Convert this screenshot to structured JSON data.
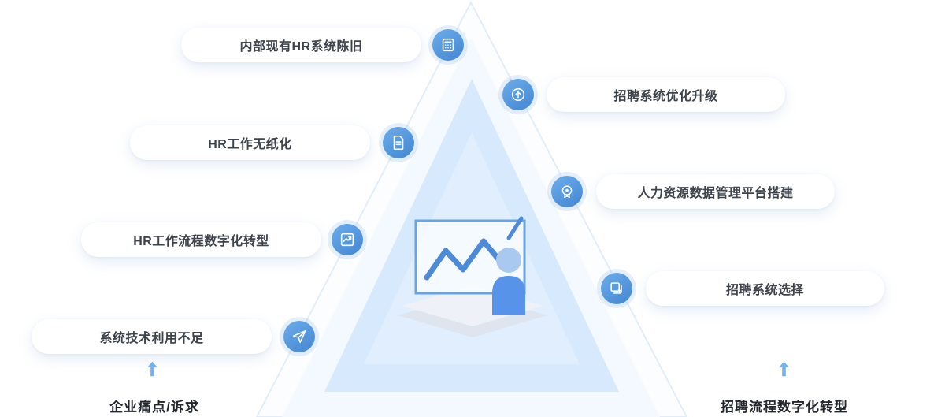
{
  "left_items": [
    {
      "label": "内部现有HR系统陈旧",
      "icon": "calculator-icon"
    },
    {
      "label": "HR工作无纸化",
      "icon": "document-icon"
    },
    {
      "label": "HR工作流程数字化转型",
      "icon": "chart-icon"
    },
    {
      "label": "系统技术利用不足",
      "icon": "paper-plane-icon"
    }
  ],
  "right_items": [
    {
      "label": "招聘系统优化升级",
      "icon": "upgrade-target-icon"
    },
    {
      "label": "人力资源数据管理平台搭建",
      "icon": "badge-icon"
    },
    {
      "label": "招聘系统选择",
      "icon": "copy-cursor-icon"
    }
  ],
  "footer": {
    "left_label": "企业痛点/诉求",
    "right_label": "招聘流程数字化转型"
  },
  "colors": {
    "accent_blue": "#4f8fd8",
    "icon_circle": "#5a9bdd",
    "triangle_fill": "#d9eafc",
    "triangle_outline": "#e5eefa",
    "pill_text": "#3d434b",
    "footer_text": "#22262d",
    "footer_arrow": "#74b1ef"
  }
}
